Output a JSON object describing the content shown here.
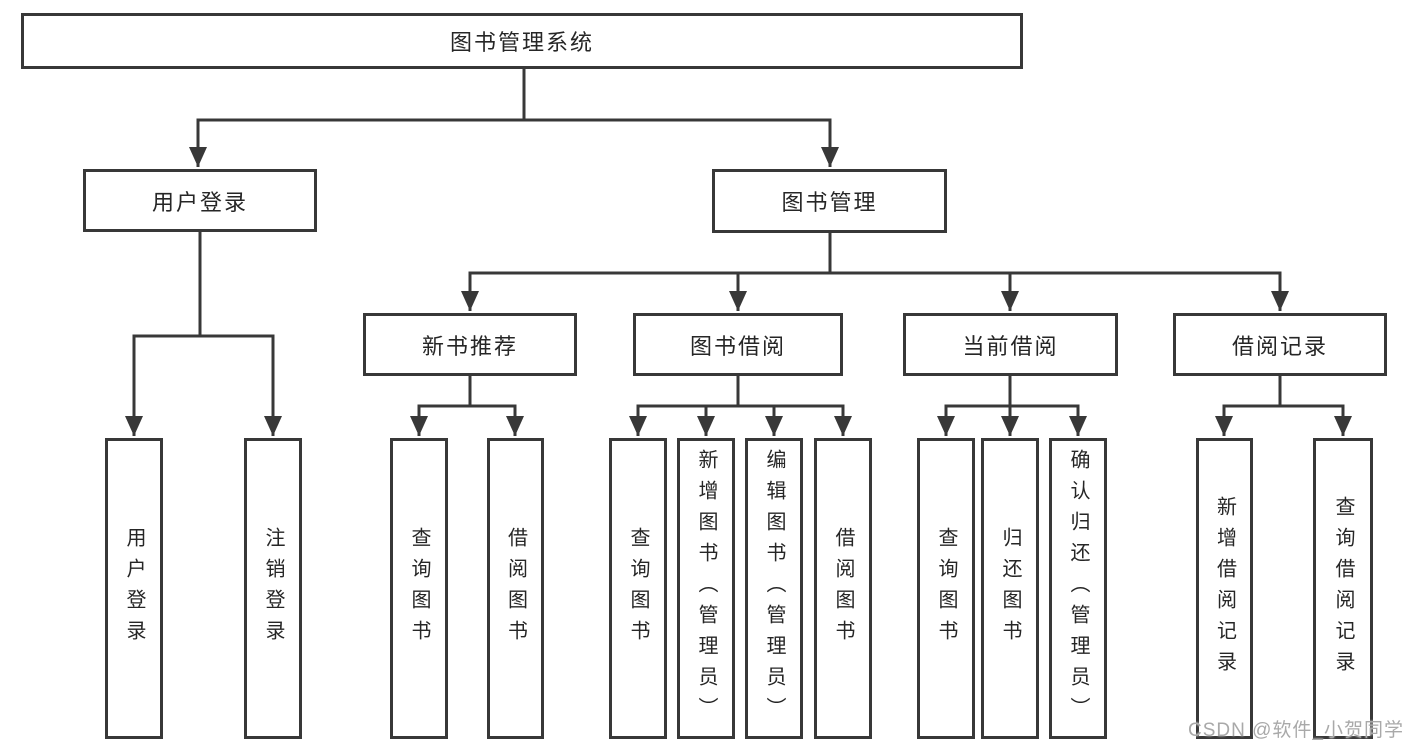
{
  "diagram": {
    "root": {
      "label": "图书管理系统"
    },
    "branches": [
      {
        "label": "用户登录",
        "children": [
          {
            "label": "用户登录"
          },
          {
            "label": "注销登录"
          }
        ]
      },
      {
        "label": "图书管理",
        "children": [
          {
            "label": "新书推荐",
            "children": [
              {
                "label": "查询图书"
              },
              {
                "label": "借阅图书"
              }
            ]
          },
          {
            "label": "图书借阅",
            "children": [
              {
                "label": "查询图书"
              },
              {
                "label": "新增图书（管理员）"
              },
              {
                "label": "编辑图书（管理员）"
              },
              {
                "label": "借阅图书"
              }
            ]
          },
          {
            "label": "当前借阅",
            "children": [
              {
                "label": "查询图书"
              },
              {
                "label": "归还图书"
              },
              {
                "label": "确认归还（管理员）"
              }
            ]
          },
          {
            "label": "借阅记录",
            "children": [
              {
                "label": "新增借阅记录"
              },
              {
                "label": "查询借阅记录"
              }
            ]
          }
        ]
      }
    ]
  },
  "watermark": {
    "text": "CSDN @软件_小贺同学"
  },
  "style": {
    "line_color": "#383838",
    "box_border_color": "#383838",
    "box_fill": "#ffffff",
    "text_color": "#262626",
    "watermark_color": "#a9a9a9"
  }
}
